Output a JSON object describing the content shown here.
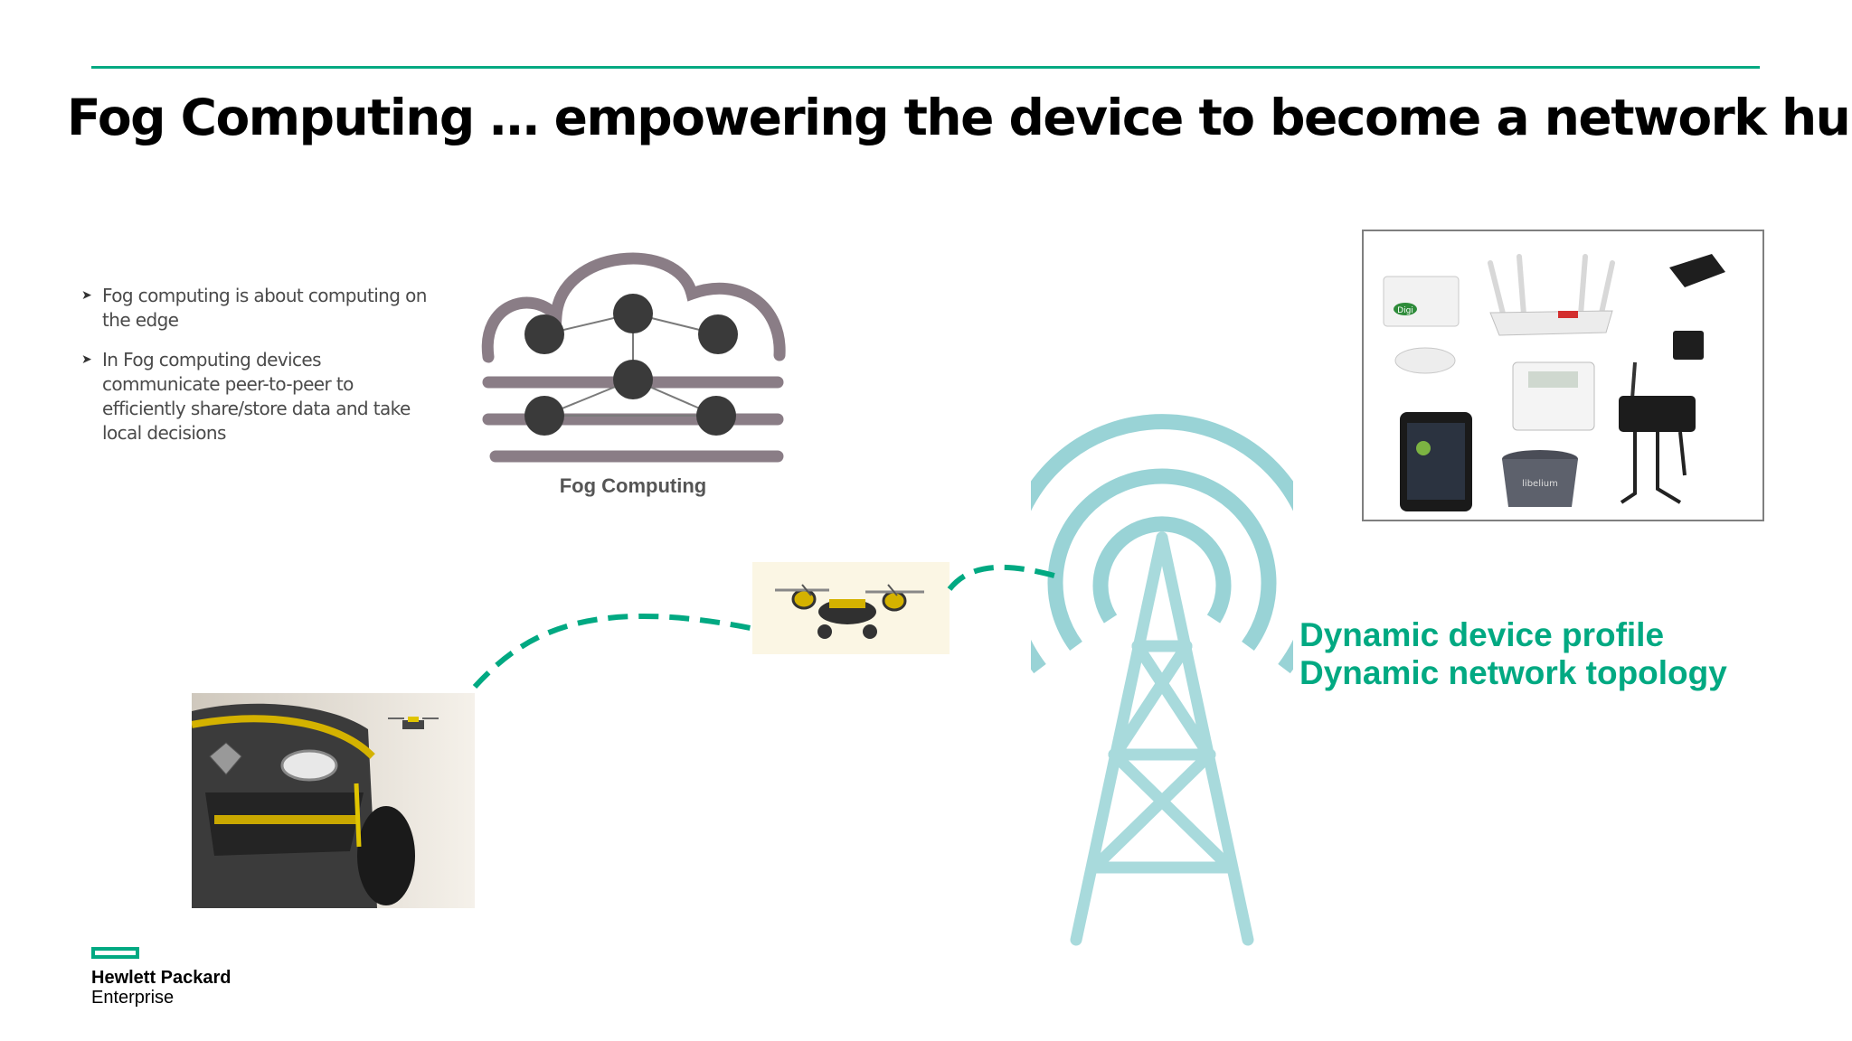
{
  "slide": {
    "title": "Fog Computing … empowering the device to become a network hub",
    "bullets": [
      "Fog computing is about computing on the edge",
      "In Fog computing devices communicate peer-to-peer to efficiently share/store data and take local decisions"
    ],
    "fog_caption": "Fog Computing",
    "dynamic": {
      "line1": "Dynamic device profile",
      "line2": "Dynamic network topology"
    },
    "logo": {
      "line1": "Hewlett Packard",
      "line2": "Enterprise"
    },
    "colors": {
      "accent": "#01a982",
      "tower": "#8fcfd2",
      "cloud": "#8a7d86",
      "node": "#3a3a3a"
    },
    "device_labels": {
      "digi": "Digi",
      "libelium": "libelium"
    },
    "icons": [
      "fog-cloud-icon",
      "cell-tower-icon",
      "drone-icon",
      "car-photo"
    ]
  }
}
